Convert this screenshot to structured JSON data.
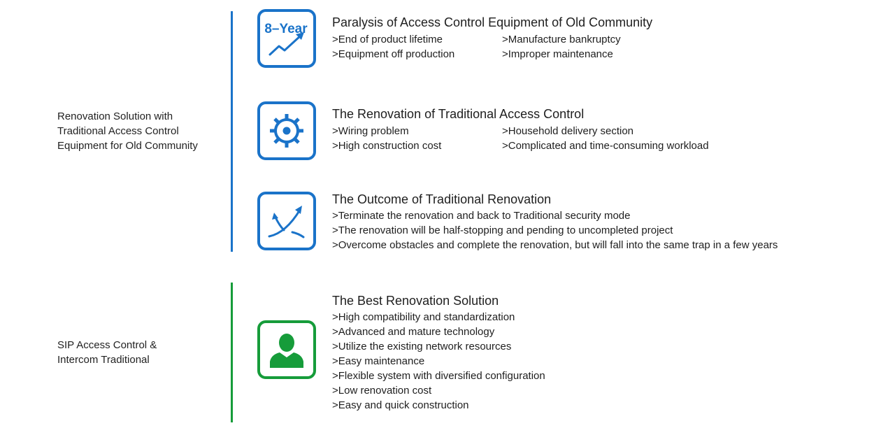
{
  "colors": {
    "blue": "#1a73c9",
    "green": "#169c3a"
  },
  "sections": [
    {
      "label": "Renovation Solution with\nTraditional  Access Control\nEquipment for Old Community",
      "line_color": "blue"
    },
    {
      "label": "SIP Access Control &\nIntercom Traditional",
      "line_color": "green"
    }
  ],
  "items": [
    {
      "icon": "8-year-trend-icon",
      "icon_text": "8–Year",
      "title": "Paralysis of Access Control Equipment of Old Community",
      "bullets": [
        ">End of product lifetime",
        ">Manufacture bankruptcy",
        ">Equipment off production",
        ">Improper maintenance"
      ]
    },
    {
      "icon": "gear-icon",
      "title": "The Renovation of Traditional Access Control",
      "bullets": [
        ">Wiring problem",
        ">Household delivery section",
        ">High construction cost",
        ">Complicated and time-consuming workload"
      ]
    },
    {
      "icon": "diverging-arrows-icon",
      "title": "The Outcome of Traditional Renovation",
      "bullets": [
        ">Terminate the renovation and back to Traditional security mode",
        ">The renovation will be half-stopping and pending to uncompleted project",
        ">Overcome obstacles and complete the renovation, but will fall into the same trap in a few years"
      ]
    },
    {
      "icon": "person-icon",
      "title": "The Best Renovation Solution",
      "bullets": [
        ">High compatibility and standardization",
        ">Advanced and mature technology",
        ">Utilize the existing network resources",
        ">Easy maintenance",
        ">Flexible system with diversified configuration",
        ">Low renovation cost",
        ">Easy and quick construction"
      ]
    }
  ]
}
